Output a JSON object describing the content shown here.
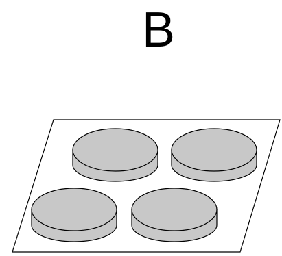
{
  "panel_label": "B",
  "colors": {
    "background": "#ffffff",
    "outline": "#000000",
    "disk_fill": "#c8c8c8",
    "plate_fill": "#ffffff"
  },
  "disks": [
    {
      "name": "disk-back-left"
    },
    {
      "name": "disk-back-right"
    },
    {
      "name": "disk-front-left"
    },
    {
      "name": "disk-front-right"
    }
  ]
}
